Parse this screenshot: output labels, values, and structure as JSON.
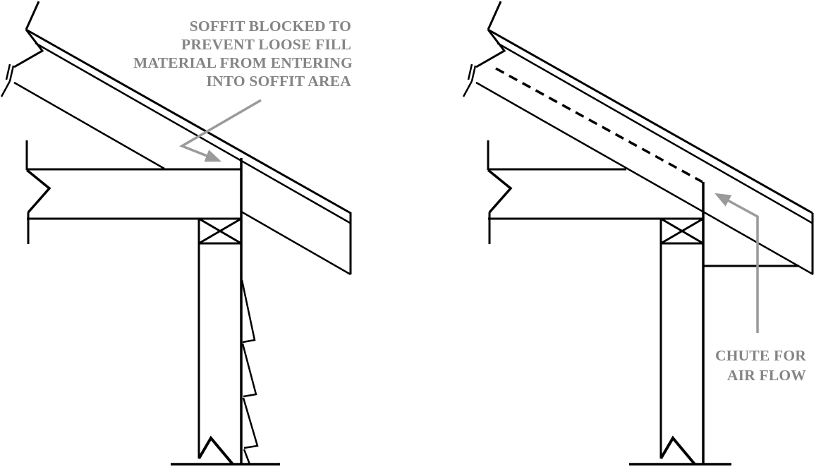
{
  "figure": {
    "title": "Soffit blocking vs. air chute eave details",
    "type": "construction-detail-drawing"
  },
  "colors": {
    "line_black": "#000000",
    "label_gray": "#858585",
    "arrow_gray": "#9a9a9a",
    "background": "#ffffff"
  },
  "left_figure": {
    "name": "soffit-blocked-detail",
    "label": {
      "lines": [
        "SOFFIT BLOCKED TO",
        "PREVENT LOOSE FILL",
        "MATERIAL FROM ENTERING",
        "INTO SOFFIT AREA"
      ]
    }
  },
  "right_figure": {
    "name": "air-chute-detail",
    "label": {
      "lines": [
        "CHUTE FOR",
        "AIR FLOW"
      ]
    }
  }
}
